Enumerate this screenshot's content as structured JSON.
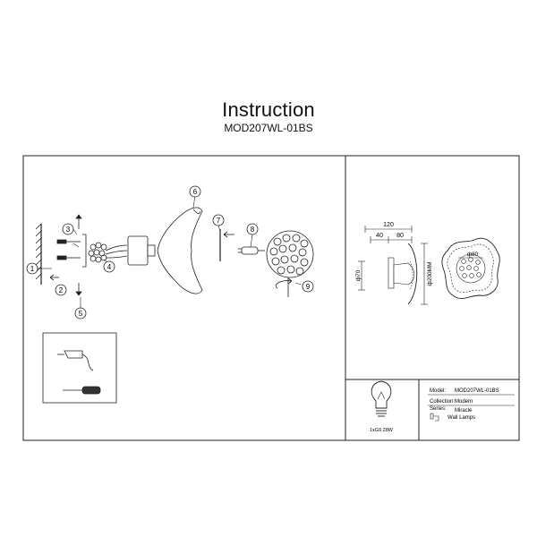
{
  "header": {
    "title": "Instruction",
    "model_code": "MOD207WL-01BS"
  },
  "steps": [
    "1",
    "2",
    "3",
    "4",
    "5",
    "6",
    "7",
    "8",
    "9"
  ],
  "dimensions": {
    "width_total": "120",
    "seg_a": "40",
    "seg_b": "80",
    "height": "ф200MM",
    "base": "ф70",
    "shade": "ф80"
  },
  "bulb": {
    "spec": "1xG9 28W"
  },
  "info": {
    "rows": [
      {
        "label": "Model:",
        "value": "MOD207WL-01BS"
      },
      {
        "label": "Collection:",
        "value": "Modern"
      },
      {
        "label": "Series:",
        "value": "Miracle"
      },
      {
        "label": "",
        "value": "Wall Lamps"
      }
    ]
  }
}
